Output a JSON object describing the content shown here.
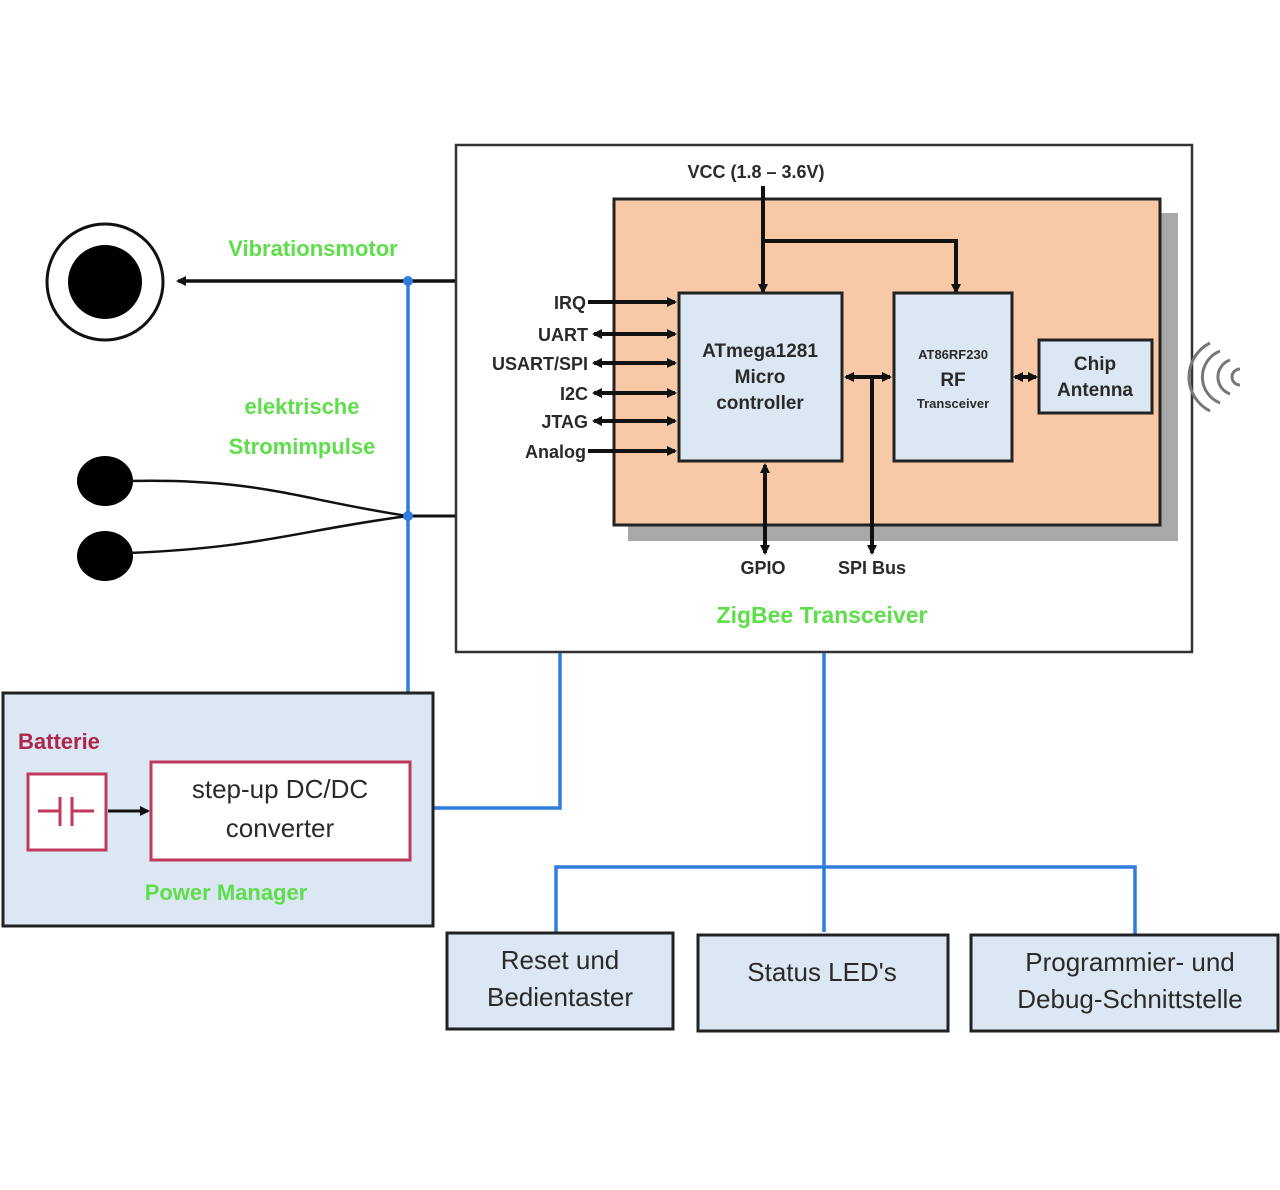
{
  "labels": {
    "vcc": "VCC (1.8 – 3.6V)",
    "vibrationsmotor": "Vibrationsmotor",
    "elektrische_1": "elektrische",
    "elektrische_2": "Stromimpulse",
    "zigbee": "ZigBee Transceiver",
    "batterie": "Batterie",
    "power_manager": "Power Manager",
    "gpio": "GPIO",
    "spi_bus": "SPI Bus"
  },
  "mcu": {
    "line1": "ATmega1281",
    "line2": "Micro",
    "line3": "controller"
  },
  "rf": {
    "line1": "AT86RF230",
    "line2": "RF",
    "line3": "Transceiver"
  },
  "antenna": {
    "line1": "Chip",
    "line2": "Antenna"
  },
  "ports": [
    "IRQ",
    "UART",
    "USART/SPI",
    "I2C",
    "JTAG",
    "Analog"
  ],
  "converter": {
    "line1": "step-up DC/DC",
    "line2": "converter"
  },
  "bottom_boxes": {
    "reset": {
      "line1": "Reset und",
      "line2": "Bedientaster"
    },
    "status": {
      "line1": "Status LED's"
    },
    "prog": {
      "line1": "Programmier- und",
      "line2": "Debug-Schnittstelle"
    }
  },
  "colors": {
    "blue_line": "#2f7de0",
    "box_fill": "#dbe8f3",
    "board_fill": "#f7c9a6",
    "label_green": "#5dde4a",
    "batterie_red": "#b0254a"
  }
}
